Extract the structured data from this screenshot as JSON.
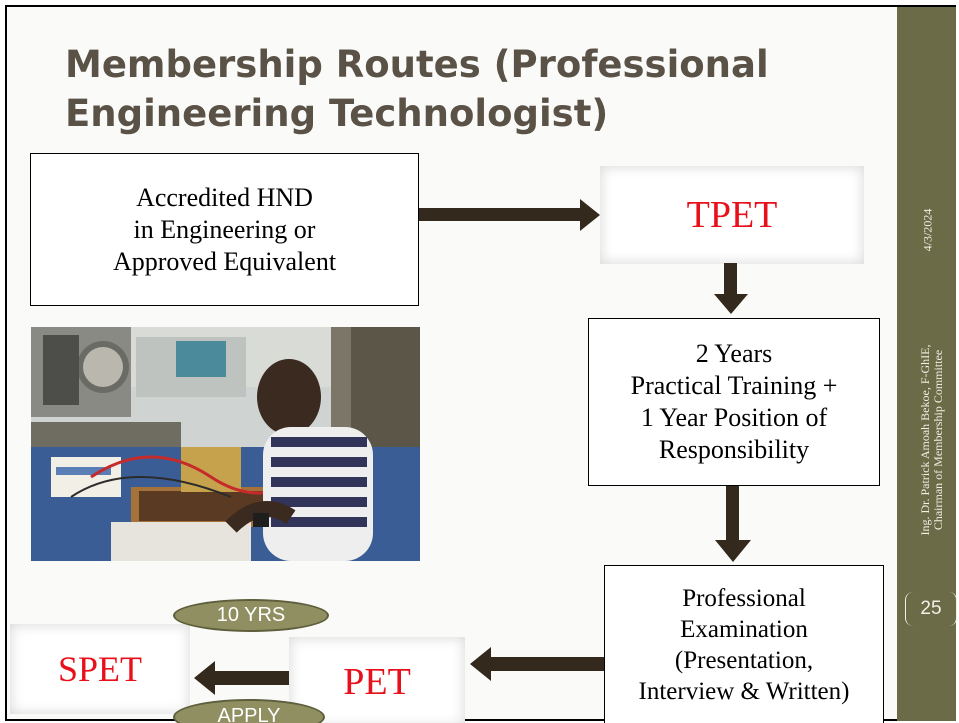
{
  "slide": {
    "title_line1": "Membership Routes (Professional",
    "title_line2": "Engineering Technologist)",
    "date": "4/3/2024",
    "author_line1": "Ing. Dr. Patrick Amoah Bekoe, F-GhIE,",
    "author_line2": "Chairman of Membership Committee",
    "page_number": "25"
  },
  "flow": {
    "hnd_line1": "Accredited HND",
    "hnd_line2": "in Engineering or",
    "hnd_line3": "Approved Equivalent",
    "tpet": "TPET",
    "training_line1": "2 Years",
    "training_line2": "Practical Training +",
    "training_line3": "1 Year Position of",
    "training_line4": "Responsibility",
    "exam_line1": "Professional",
    "exam_line2": "Examination",
    "exam_line3": "(Presentation,",
    "exam_line4": "Interview & Written)",
    "pet": "PET",
    "spet": "SPET",
    "years_badge": "10 YRS",
    "apply_badge": "APPLY"
  },
  "colors": {
    "accent_red": "#e8101a",
    "sidebar": "#6b6b48",
    "arrow": "#33291c",
    "title": "#5a5247"
  }
}
